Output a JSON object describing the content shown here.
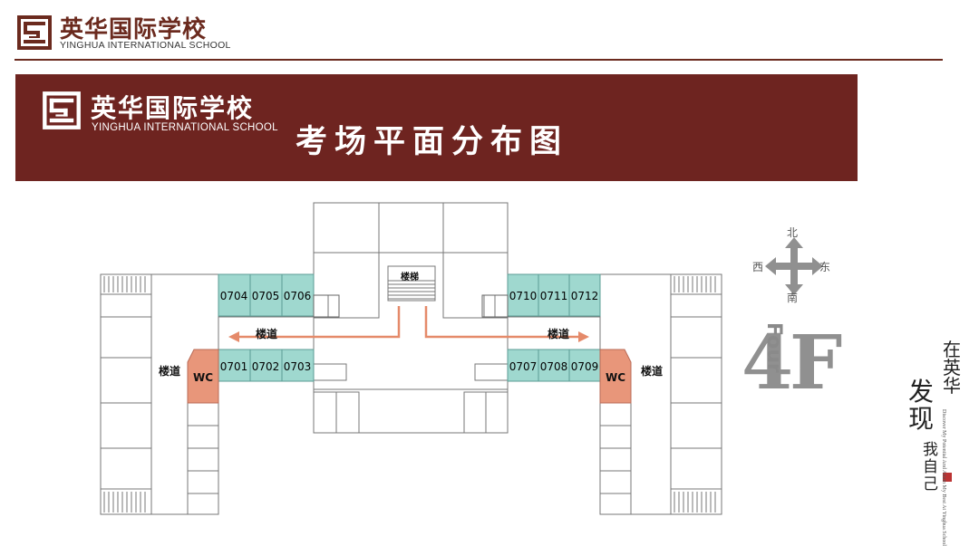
{
  "header": {
    "school_cn": "英华国际学校",
    "school_en": "YINGHUA INTERNATIONAL SCHOOL"
  },
  "banner": {
    "school_cn": "英华国际学校",
    "school_en": "YINGHUA INTERNATIONAL SCHOOL",
    "title": "考场平面分布图"
  },
  "plan": {
    "stairs_label": "楼梯",
    "corridor_label": "楼道",
    "wc_label": "WC",
    "rooms_top_left": [
      "0704",
      "0705",
      "0706"
    ],
    "rooms_bottom_left": [
      "0701",
      "0702",
      "0703"
    ],
    "rooms_top_right": [
      "0710",
      "0711",
      "0712"
    ],
    "rooms_bottom_right": [
      "0707",
      "0708",
      "0709"
    ]
  },
  "compass": {
    "north": "北",
    "south": "南",
    "east": "东",
    "west": "西"
  },
  "floor": {
    "word": "Four",
    "number": "4F"
  },
  "slogan": {
    "line1": "在英华",
    "line2": "发现",
    "line3": "我自己",
    "english": "Discover My Potential And Attain My Best At Yinghua School"
  },
  "colors": {
    "brand": "#6e2420",
    "room": "#9fd8cf",
    "wc": "#e8967a"
  }
}
